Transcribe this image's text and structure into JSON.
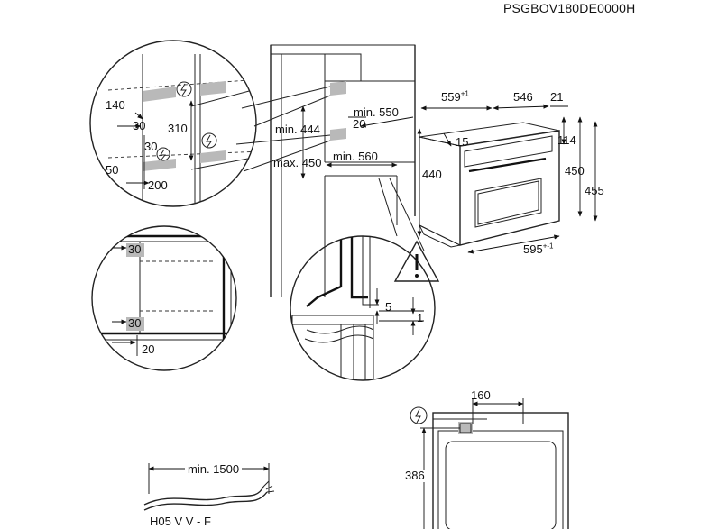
{
  "header": {
    "code": "PSGBOV180DE0000H"
  },
  "left_detail": {
    "dims": {
      "d140": "140",
      "d30a": "30",
      "d310": "310",
      "d30b": "30",
      "d50": "50",
      "d200": "200"
    },
    "icons": [
      "electric-plug-icon",
      "electric-plug-icon"
    ]
  },
  "cabinet": {
    "dims": {
      "min444": "min. 444",
      "d20": "20",
      "max450": "max. 450",
      "min550": "min. 550",
      "min560": "min. 560"
    }
  },
  "oven": {
    "dims": {
      "d559": "559",
      "d559_tol": "+1",
      "d546": "546",
      "d21": "21",
      "d15": "15",
      "d114": "114",
      "d440": "440",
      "d450": "450",
      "d455": "455",
      "d595": "595",
      "d595_tol": "+-1"
    }
  },
  "side_detail": {
    "dims": {
      "d30a": "30",
      "d30b": "30",
      "d20": "20"
    }
  },
  "fixing_detail": {
    "dims": {
      "d5": "5",
      "d1": "1"
    },
    "icons": [
      "warning-triangle-icon"
    ]
  },
  "cable": {
    "length": "min. 1500",
    "type": "H05 V V - F"
  },
  "back_view": {
    "dims": {
      "d160": "160",
      "d386": "386"
    },
    "icons": [
      "electric-plug-icon"
    ]
  },
  "colors": {
    "line": "#222222",
    "shade": "#b9b9b9",
    "background": "#ffffff"
  }
}
